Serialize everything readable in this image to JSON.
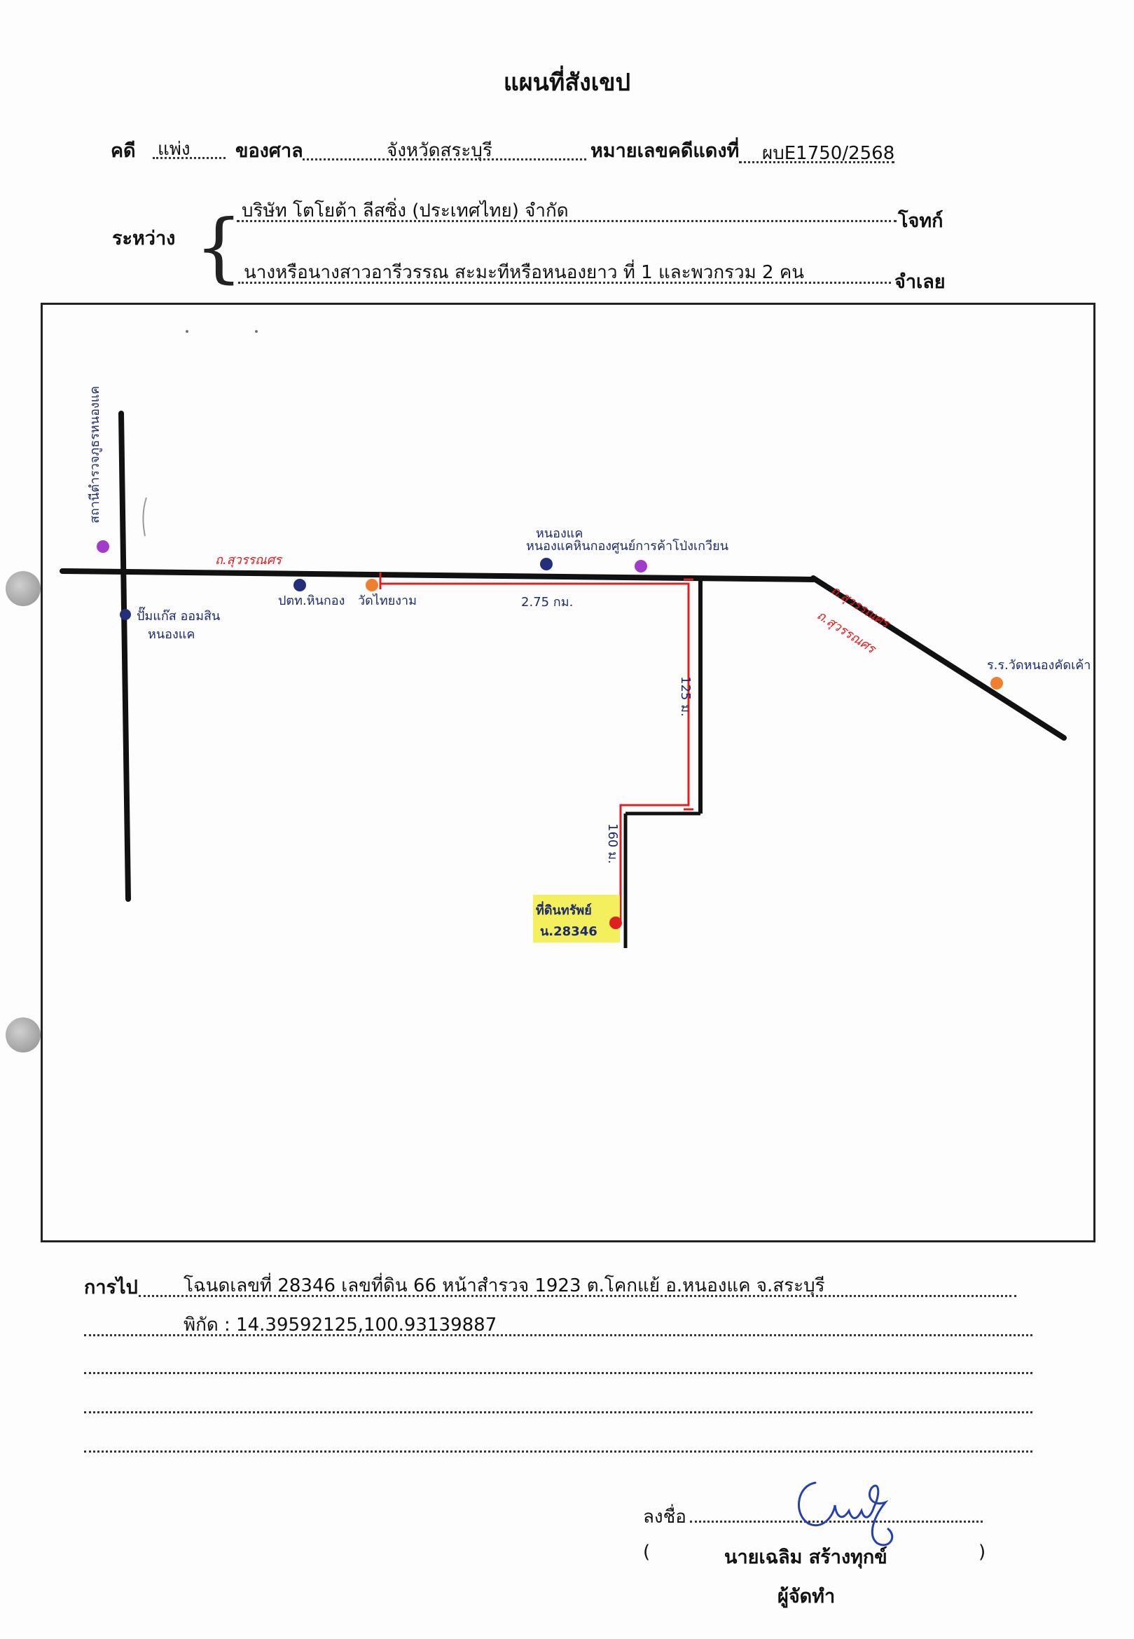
{
  "title": "แผนที่สังเขป",
  "case": {
    "case_label": "คดี",
    "case_type": "แพ่ง",
    "court_label": "ของศาล",
    "court": "จังหวัดสระบุรี",
    "red_no_label": "หมายเลขคดีแดงที่",
    "red_no": "ผบE1750/2568"
  },
  "parties": {
    "between_label": "ระหว่าง",
    "plaintiff": "บริษัท โตโยต้า ลีสซิ่ง (ประเทศไทย) จำกัด",
    "plaintiff_label": "โจทก์",
    "defendant": "นางหรือนางสาวอารีวรรณ  สะมะทีหรือหนองยาว ที่ 1 และพวกรวม 2 คน",
    "defendant_label": "จำเลย"
  },
  "map": {
    "road_main": "ถ.สุวรรณศร",
    "road_diag_1": "ถ.สุวรรณศร",
    "road_diag_2": "ถ.สุวรรณศร",
    "dist_1": "2.75 กม.",
    "dist_2": "125 ม.",
    "dist_3": "160 ม.",
    "place_purple_left": "สถานีตำรวจภูธรหนองแค",
    "place_blue_left_1": "ปั๊มแก๊ส ออมสิน",
    "place_blue_left_2": "หนองแค",
    "place_blue_mid": "ปตท.หินกอง",
    "place_orange_mid": "วัดไทยงาม",
    "place_blue_top_1": "หนองแค",
    "place_blue_top_2": "หนองแคหินกอง",
    "place_purple_top": "ศูนย์การค้าโป่งเกวียน",
    "place_orange_right": "ร.ร.วัดหนองคัดเค้า",
    "target_1": "ที่ดินทรัพย์",
    "target_2": "น.28346",
    "colors": {
      "road": "#111111",
      "route": "#e02020",
      "purple": "#a23cc8",
      "blue": "#232f7a",
      "orange": "#f08030",
      "target": "#e02020",
      "highlight": "#f4ef5c"
    }
  },
  "directions": {
    "label": "การไป",
    "line_1": "โฉนดเลขที่ 28346 เลขที่ดิน 66 หน้าสำรวจ 1923 ต.โคกแย้ อ.หนองแค จ.สระบุรี",
    "line_2": "พิกัด : 14.39592125,100.93139887"
  },
  "signature": {
    "sign_label": "ลงชื่อ",
    "open_paren": "(",
    "name": "นายเฉลิม  สร้างทุกข์",
    "close_paren": ")",
    "role": "ผู้จัดทำ"
  }
}
